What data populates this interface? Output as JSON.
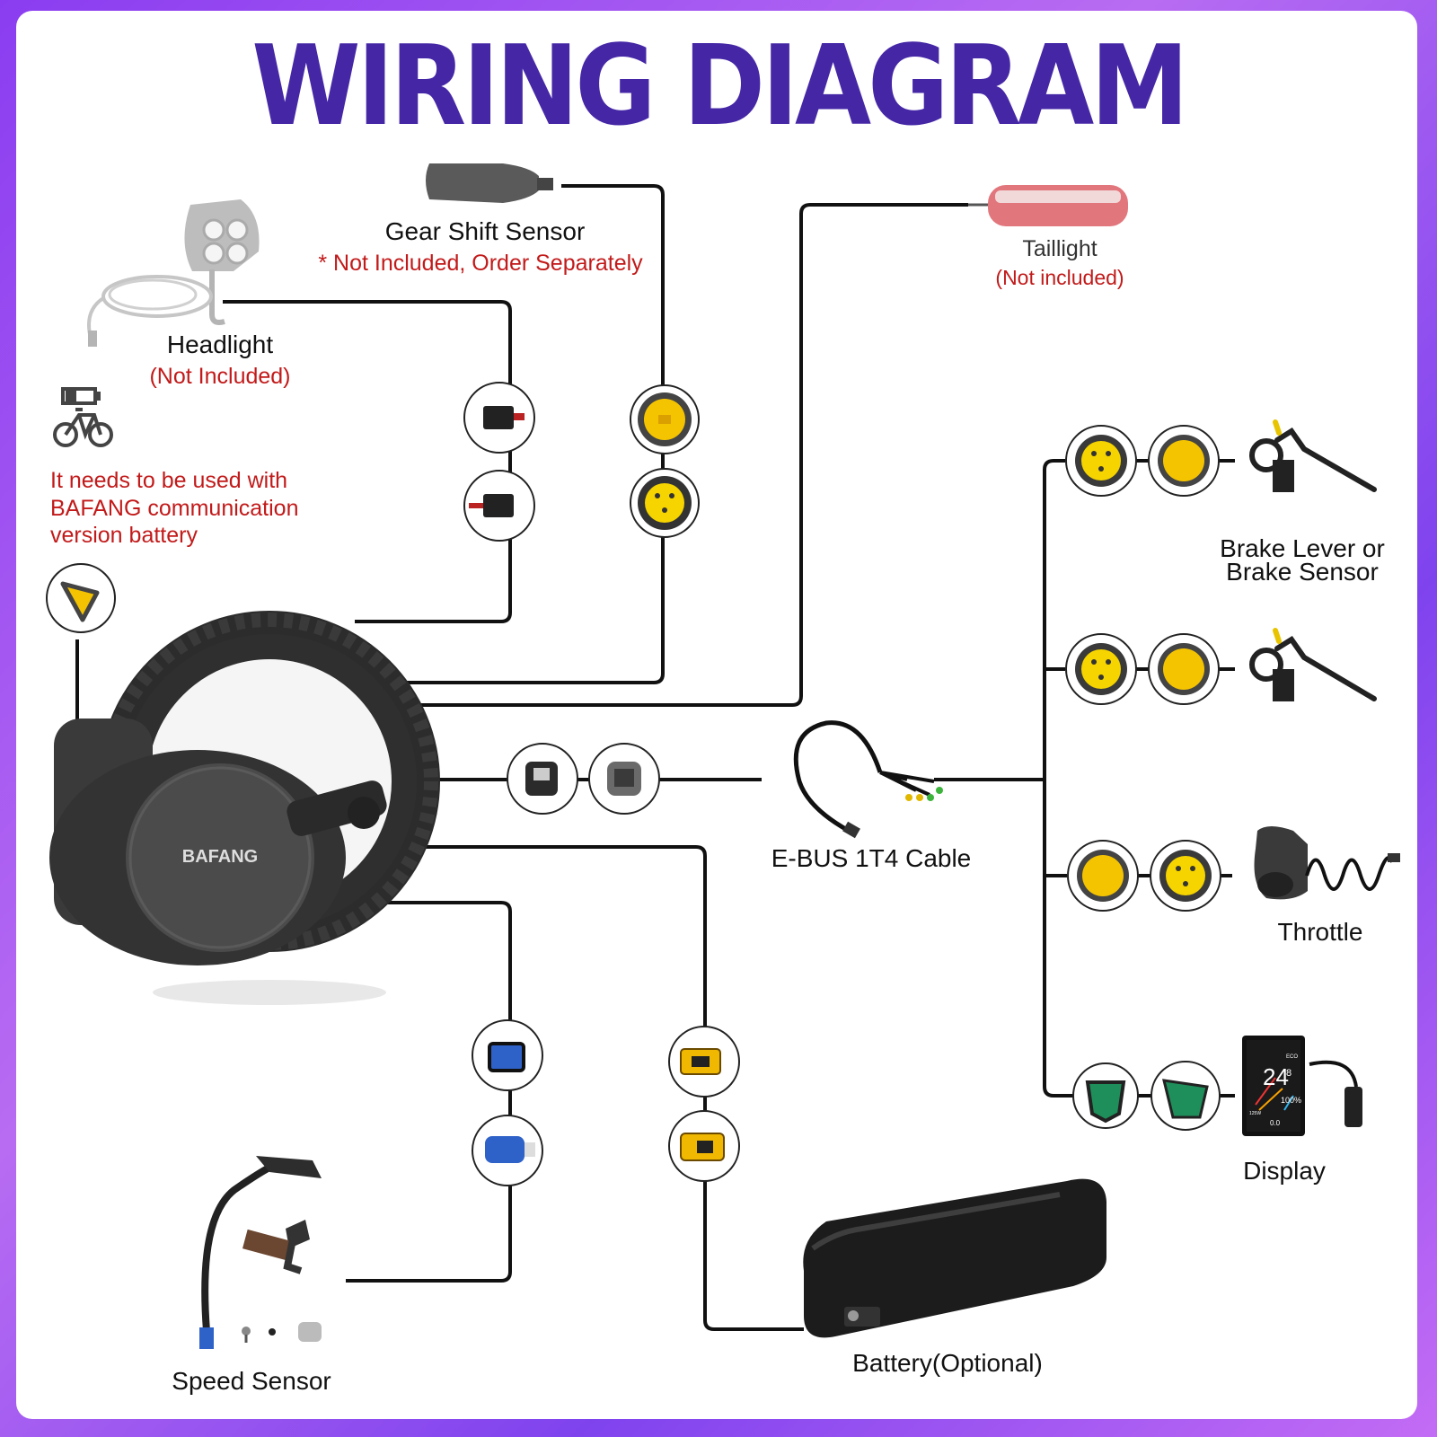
{
  "title": "WIRING DIAGRAM",
  "components": {
    "gear_shift_sensor": {
      "label": "Gear Shift Sensor",
      "note": "* Not Included, Order Separately"
    },
    "headlight": {
      "label": "Headlight",
      "note": "(Not Included)"
    },
    "taillight": {
      "label": "Taillight",
      "note": "(Not included)"
    },
    "battery_note": "It needs to be used with BAFANG communication version battery",
    "motor_brand": "BAFANG",
    "ebus_cable": {
      "label": "E-BUS 1T4 Cable"
    },
    "brake": {
      "label_line1": "Brake Lever or",
      "label_line2": "Brake Sensor"
    },
    "throttle": {
      "label": "Throttle"
    },
    "display": {
      "label": "Display",
      "screen_speed": "24",
      "screen_decimal": "8",
      "screen_mode": "ECO",
      "screen_battery": "100%",
      "screen_power": "125W",
      "screen_trip": "0.0"
    },
    "speed_sensor": {
      "label": "Speed Sensor"
    },
    "battery": {
      "label": "Battery(Optional)"
    }
  },
  "colors": {
    "title": "#4527a6",
    "note_red": "#c21a1a",
    "wire": "#111111",
    "connector_yellow": "#f5c400",
    "connector_green": "#1e8f5a",
    "connector_blue": "#2f62c8",
    "connector_xt60": "#f0b800"
  }
}
